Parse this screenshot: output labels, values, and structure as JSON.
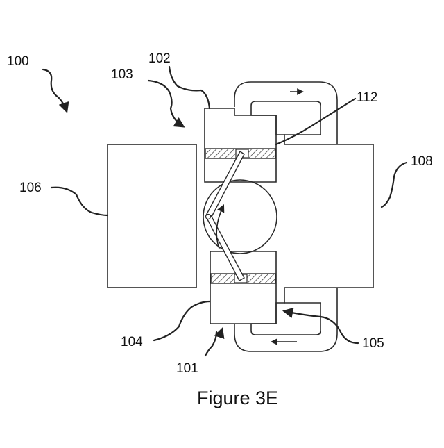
{
  "figure": {
    "caption": "Figure 3E",
    "reference_labels": {
      "r100": "100",
      "r101": "101",
      "r102": "102",
      "r103": "103",
      "r104": "104",
      "r105": "105",
      "r106": "106",
      "r108": "108",
      "r112": "112"
    }
  },
  "colors": {
    "line": "#2b2b2b",
    "hatch": "#333333",
    "background": "#ffffff"
  }
}
